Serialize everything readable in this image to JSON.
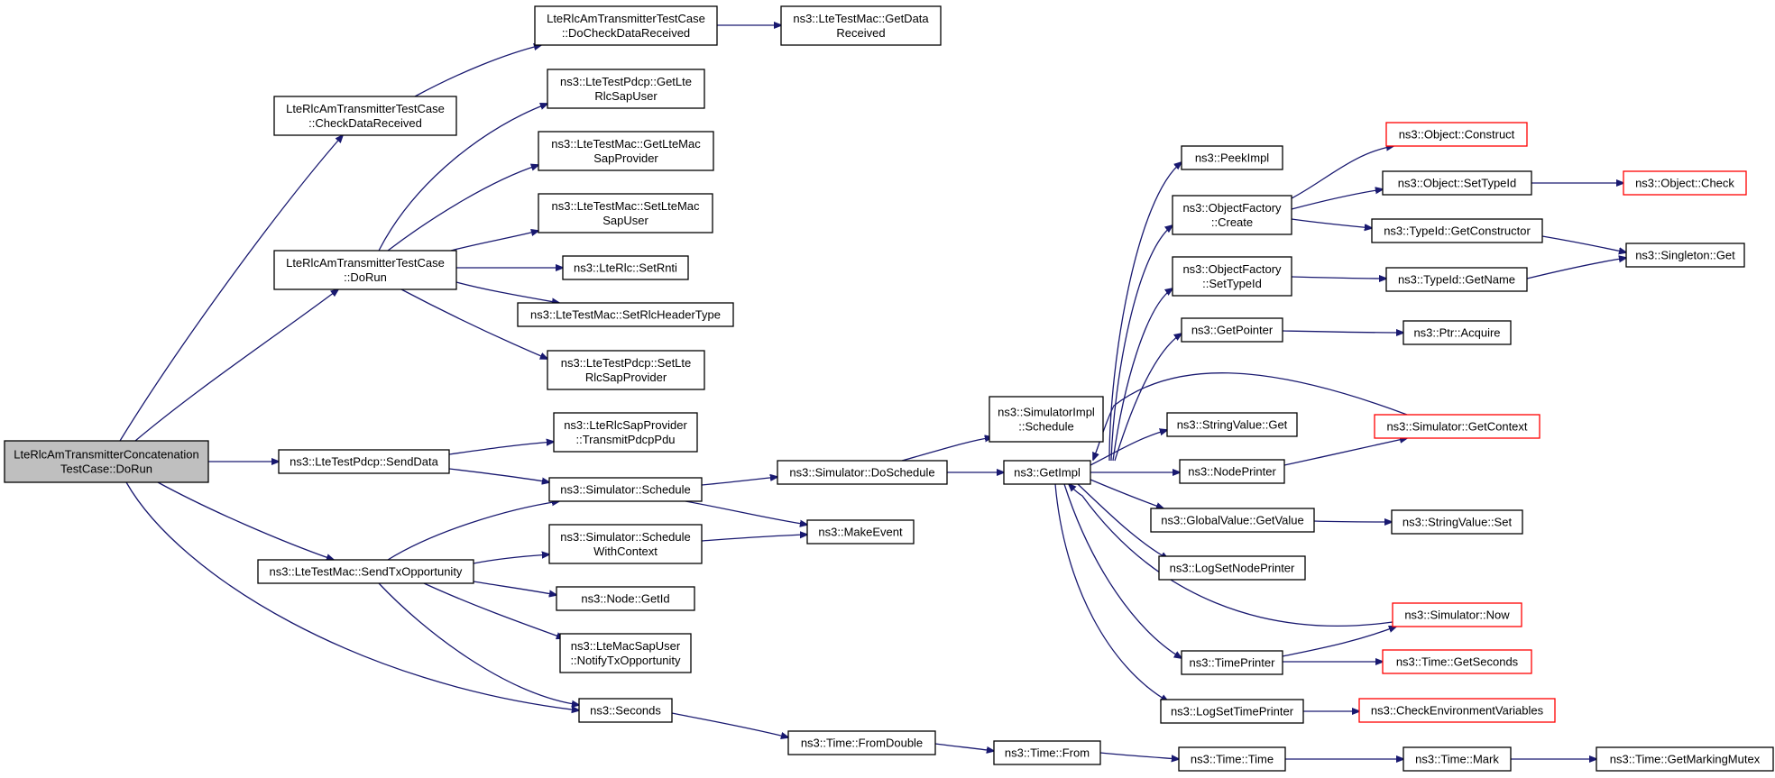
{
  "colors": {
    "edge": "#191970",
    "red_border": "#ff0000",
    "root_fill": "#bfbfbf",
    "box_border": "#000000",
    "box_fill": "#ffffff"
  },
  "nodes": {
    "root": {
      "lines": [
        "LteRlcAmTransmitterConcatenation",
        "TestCase::DoRun"
      ]
    },
    "check_data_received": {
      "lines": [
        "LteRlcAmTransmitterTestCase",
        "::CheckDataReceived"
      ]
    },
    "do_check_data_received": {
      "lines": [
        "LteRlcAmTransmitterTestCase",
        "::DoCheckDataReceived"
      ]
    },
    "get_data_received": {
      "lines": [
        "ns3::LteTestMac::GetData",
        "Received"
      ]
    },
    "get_lte_rlc_sap_user": {
      "lines": [
        "ns3::LteTestPdcp::GetLte",
        "RlcSapUser"
      ]
    },
    "get_lte_mac_sap_provider": {
      "lines": [
        "ns3::LteTestMac::GetLteMac",
        "SapProvider"
      ]
    },
    "set_lte_mac_sap_user": {
      "lines": [
        "ns3::LteTestMac::SetLteMac",
        "SapUser"
      ]
    },
    "do_run": {
      "lines": [
        "LteRlcAmTransmitterTestCase",
        "::DoRun"
      ]
    },
    "set_rnti": {
      "lines": [
        "ns3::LteRlc::SetRnti"
      ]
    },
    "set_rlc_header_type": {
      "lines": [
        "ns3::LteTestMac::SetRlcHeaderType"
      ]
    },
    "set_lte_rlc_sap_provider": {
      "lines": [
        "ns3::LteTestPdcp::SetLte",
        "RlcSapProvider"
      ]
    },
    "transmit_pdcp_pdu": {
      "lines": [
        "ns3::LteRlcSapProvider",
        "::TransmitPdcpPdu"
      ]
    },
    "send_data": {
      "lines": [
        "ns3::LteTestPdcp::SendData"
      ]
    },
    "simulator_schedule": {
      "lines": [
        "ns3::Simulator::Schedule"
      ]
    },
    "schedule_with_context": {
      "lines": [
        "ns3::Simulator::Schedule",
        "WithContext"
      ]
    },
    "send_tx_opportunity": {
      "lines": [
        "ns3::LteTestMac::SendTxOpportunity"
      ]
    },
    "node_get_id": {
      "lines": [
        "ns3::Node::GetId"
      ]
    },
    "notify_tx_opportunity": {
      "lines": [
        "ns3::LteMacSapUser",
        "::NotifyTxOpportunity"
      ]
    },
    "seconds": {
      "lines": [
        "ns3::Seconds"
      ]
    },
    "simulator_impl_schedule": {
      "lines": [
        "ns3::SimulatorImpl",
        "::Schedule"
      ]
    },
    "do_schedule": {
      "lines": [
        "ns3::Simulator::DoSchedule"
      ]
    },
    "make_event": {
      "lines": [
        "ns3::MakeEvent"
      ]
    },
    "time_from_double": {
      "lines": [
        "ns3::Time::FromDouble"
      ]
    },
    "get_impl": {
      "lines": [
        "ns3::GetImpl"
      ]
    },
    "time_from": {
      "lines": [
        "ns3::Time::From"
      ]
    },
    "peek_impl": {
      "lines": [
        "ns3::PeekImpl"
      ]
    },
    "object_factory_create": {
      "lines": [
        "ns3::ObjectFactory",
        "::Create"
      ]
    },
    "object_factory_set_type_id": {
      "lines": [
        "ns3::ObjectFactory",
        "::SetTypeId"
      ]
    },
    "get_pointer": {
      "lines": [
        "ns3::GetPointer"
      ]
    },
    "string_value_get": {
      "lines": [
        "ns3::StringValue::Get"
      ]
    },
    "node_printer": {
      "lines": [
        "ns3::NodePrinter"
      ]
    },
    "global_value_get_value": {
      "lines": [
        "ns3::GlobalValue::GetValue"
      ]
    },
    "log_set_node_printer": {
      "lines": [
        "ns3::LogSetNodePrinter"
      ]
    },
    "time_printer": {
      "lines": [
        "ns3::TimePrinter"
      ]
    },
    "log_set_time_printer": {
      "lines": [
        "ns3::LogSetTimePrinter"
      ]
    },
    "time_time": {
      "lines": [
        "ns3::Time::Time"
      ]
    },
    "object_construct": {
      "lines": [
        "ns3::Object::Construct"
      ]
    },
    "object_set_type_id": {
      "lines": [
        "ns3::Object::SetTypeId"
      ]
    },
    "type_id_get_constructor": {
      "lines": [
        "ns3::TypeId::GetConstructor"
      ]
    },
    "type_id_get_name": {
      "lines": [
        "ns3::TypeId::GetName"
      ]
    },
    "ptr_acquire": {
      "lines": [
        "ns3::Ptr::Acquire"
      ]
    },
    "simulator_get_context": {
      "lines": [
        "ns3::Simulator::GetContext"
      ]
    },
    "string_value_set": {
      "lines": [
        "ns3::StringValue::Set"
      ]
    },
    "simulator_now": {
      "lines": [
        "ns3::Simulator::Now"
      ]
    },
    "time_get_seconds": {
      "lines": [
        "ns3::Time::GetSeconds"
      ]
    },
    "check_environment_variables": {
      "lines": [
        "ns3::CheckEnvironmentVariables"
      ]
    },
    "time_mark": {
      "lines": [
        "ns3::Time::Mark"
      ]
    },
    "object_check": {
      "lines": [
        "ns3::Object::Check"
      ]
    },
    "singleton_get": {
      "lines": [
        "ns3::Singleton::Get"
      ]
    },
    "time_get_marking_mutex": {
      "lines": [
        "ns3::Time::GetMarkingMutex"
      ]
    }
  }
}
